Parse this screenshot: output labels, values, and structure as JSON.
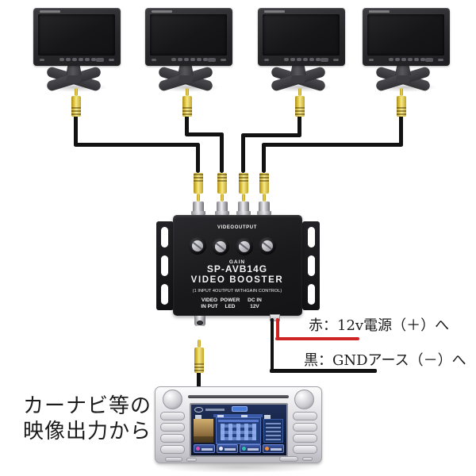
{
  "diagram": {
    "monitors": {
      "count": 4
    },
    "booster": {
      "top_label": "VIDEOOUTPUT",
      "gain_label": "GAIN",
      "model": "SP-AVB14G",
      "product_name": "VIDEO BOOSTER",
      "spec_line": "(1 INPUT 4OUTPUT WITHGAIN CONTROL)",
      "port_video_l1": "VIDEO",
      "port_video_l2": "IN PUT",
      "port_power_l1": "POWER",
      "port_power_l2": "LED",
      "port_dc_l1": "DC IN",
      "port_dc_l2": "12V"
    },
    "annotations": {
      "red_wire_label": "赤：12v電源（＋）へ",
      "black_wire_label": "黒：GNDアース（－）へ",
      "source_label_line1": "カーナビ等の",
      "source_label_line2": "映像出力から"
    },
    "colors": {
      "background": "#ffffff",
      "rca_yellow": "#e9cf4c",
      "cable_black": "#121212",
      "power_wire_red": "#cf2424",
      "booster_body": "#1c1c1e"
    }
  }
}
